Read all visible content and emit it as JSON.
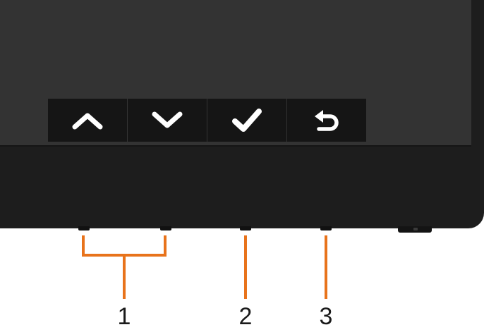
{
  "osd_buttons": [
    {
      "id": "up",
      "icon": "chevron-up-icon"
    },
    {
      "id": "down",
      "icon": "chevron-down-icon"
    },
    {
      "id": "ok",
      "icon": "checkmark-icon"
    },
    {
      "id": "back",
      "icon": "return-arrow-icon"
    }
  ],
  "callouts": {
    "label_1": "1",
    "label_2": "2",
    "label_3": "3"
  },
  "colors": {
    "callout": "#e8731b",
    "bezel": "#1d1d1d",
    "screen": "#333333",
    "button_tile": "#151515"
  }
}
